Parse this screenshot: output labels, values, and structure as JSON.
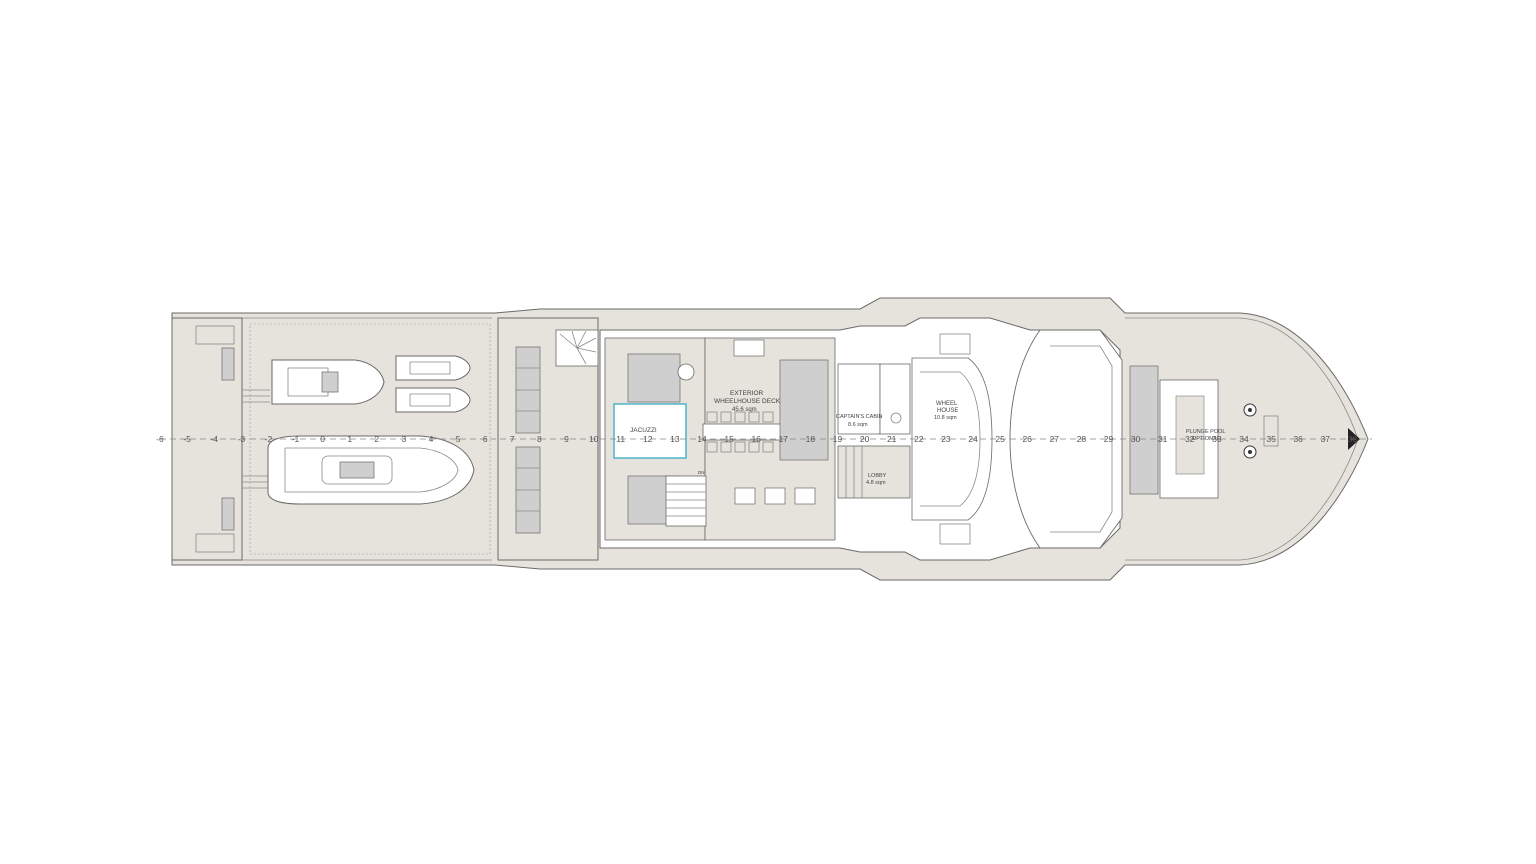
{
  "plan": {
    "labels": {
      "jacuzzi": "JACUZZI",
      "exterior_1": "EXTERIOR",
      "exterior_2": "WHEELHOUSE DECK",
      "exterior_3": "45.6 sqm",
      "captain_1": "CAPTAIN'S CABIN",
      "captain_2": "8.6 sqm",
      "wheel_1": "WHEEL",
      "wheel_2": "HOUSE",
      "wheel_3": "10.8 sqm",
      "lobby_1": "LOBBY",
      "lobby_2": "4.8 sqm",
      "pool_1": "PLUNGE POOL",
      "pool_2": "OPTIONAL",
      "dn": "DN"
    },
    "frame_numbers": [
      "-6",
      "-5",
      "-4",
      "-3",
      "-2",
      "-1",
      "0",
      "1",
      "2",
      "3",
      "4",
      "5",
      "6",
      "7",
      "8",
      "9",
      "10",
      "11",
      "12",
      "13",
      "14",
      "15",
      "16",
      "17",
      "18",
      "19",
      "20",
      "21",
      "22",
      "23",
      "24",
      "25",
      "26",
      "27",
      "28",
      "29",
      "30",
      "31",
      "32",
      "33",
      "34",
      "35",
      "36",
      "37",
      "38"
    ],
    "colors": {
      "deck": "#e6e2dc",
      "line": "#6a6a6a",
      "jacuzzi_outline": "#4fb3c8"
    }
  }
}
